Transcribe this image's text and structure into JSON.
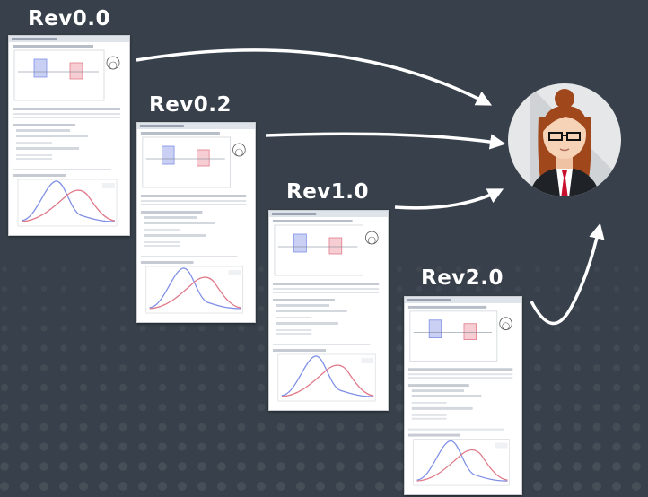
{
  "revisions": [
    {
      "label": "Rev0.0"
    },
    {
      "label": "Rev0.2"
    },
    {
      "label": "Rev1.0"
    },
    {
      "label": "Rev2.0"
    }
  ],
  "reviewer": {
    "icon": "reviewer-avatar-icon"
  },
  "colors": {
    "background": "#38414b",
    "label": "#ffffff",
    "arrow": "#ffffff",
    "avatar_circle": "#e6e7e8",
    "hair": "#a0471c",
    "skin": "#f6d2b6",
    "suit": "#1f2328",
    "tie": "#c8102e",
    "curve_blue": "#7f8fe6",
    "curve_red": "#e07a8a"
  }
}
